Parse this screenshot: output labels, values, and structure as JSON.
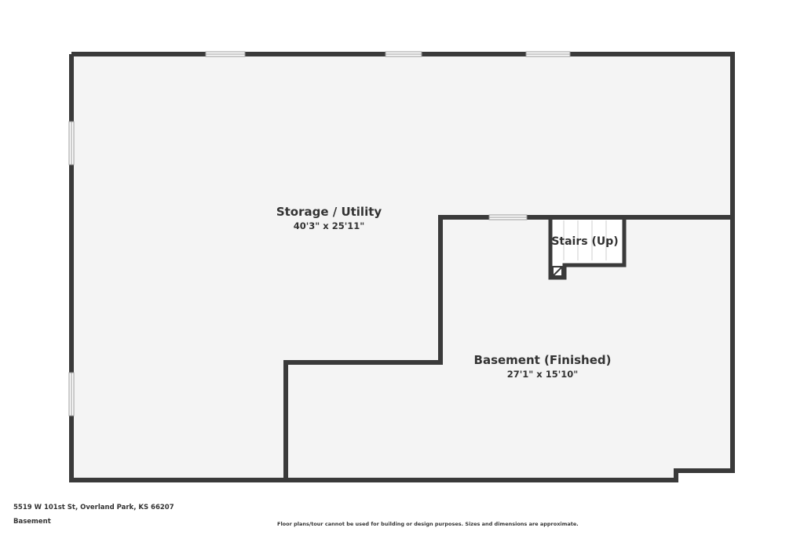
{
  "rooms": {
    "storage": {
      "name": "Storage / Utility",
      "dimensions": "40'3\" x 25'11\""
    },
    "basement": {
      "name": "Basement (Finished)",
      "dimensions": "27'1\" x 15'10\""
    },
    "stairs": {
      "name": "Stairs (Up)"
    }
  },
  "footer": {
    "address": "5519 W 101st St, Overland Park, KS 66207",
    "level": "Basement",
    "disclaimer": "Floor plans/tour cannot be used for building or design purposes. Sizes and dimensions are approximate."
  },
  "colors": {
    "wall": "#3a3a3a",
    "floor": "#f4f4f4",
    "window": "#ffffff"
  }
}
